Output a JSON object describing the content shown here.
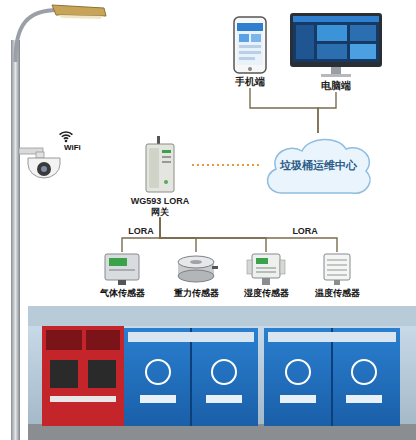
{
  "diagram": {
    "nodes": [
      {
        "text": [
          "手机端"
        ]
      },
      {
        "text": [
          "电脑端"
        ]
      },
      {
        "text": [
          "WG593 LORA网关"
        ]
      },
      {
        "text": [
          "垃圾桶运维中心"
        ]
      },
      {
        "text": [
          "气体传感器"
        ]
      },
      {
        "text": [
          "重力传感器"
        ]
      },
      {
        "text": [
          "湿度传感器"
        ]
      },
      {
        "text": [
          "温度传感器"
        ]
      }
    ],
    "edges": [
      {
        "from": 3,
        "to": 0,
        "arrow": "none"
      },
      {
        "from": 3,
        "to": 1,
        "arrow": "none"
      },
      {
        "from": 2,
        "to": 3,
        "arrow": "none"
      },
      {
        "from": 2,
        "to": 4,
        "label": "LORA",
        "arrow": "none"
      },
      {
        "from": 2,
        "to": 5,
        "arrow": "none"
      },
      {
        "from": 2,
        "to": 6,
        "arrow": "none"
      },
      {
        "from": 2,
        "to": 7,
        "label": "LORA",
        "arrow": "none"
      }
    ],
    "labels": [
      "WiFi"
    ]
  }
}
